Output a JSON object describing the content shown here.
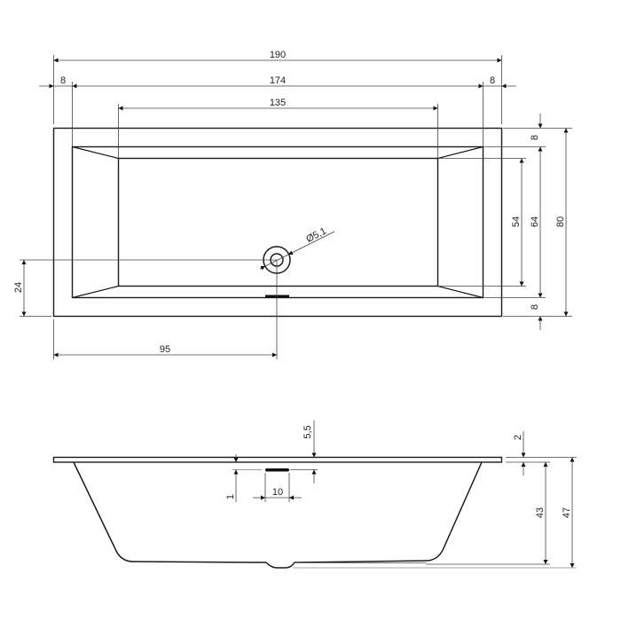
{
  "drawing": {
    "title": "Bathtub technical drawing",
    "top_view": {
      "dimensions": {
        "overall_length": "190",
        "inner_length": "174",
        "rim_left": "8",
        "rim_right": "8",
        "floor_length": "135",
        "rim_top": "8",
        "rim_bottom": "8",
        "floor_width": "54",
        "inner_width": "64",
        "overall_width": "80",
        "drain_offset_y": "24",
        "drain_offset_x": "95",
        "drain_diameter": "Ø5,1"
      }
    },
    "side_view": {
      "dimensions": {
        "rim_thickness": "2",
        "overflow_height": "5,5",
        "overflow_offset": "1",
        "overflow_length": "10",
        "inner_depth": "43",
        "overall_height": "47"
      }
    },
    "colors": {
      "line": "#1a1a1a",
      "dim_line": "#555555",
      "background": "#ffffff"
    }
  }
}
